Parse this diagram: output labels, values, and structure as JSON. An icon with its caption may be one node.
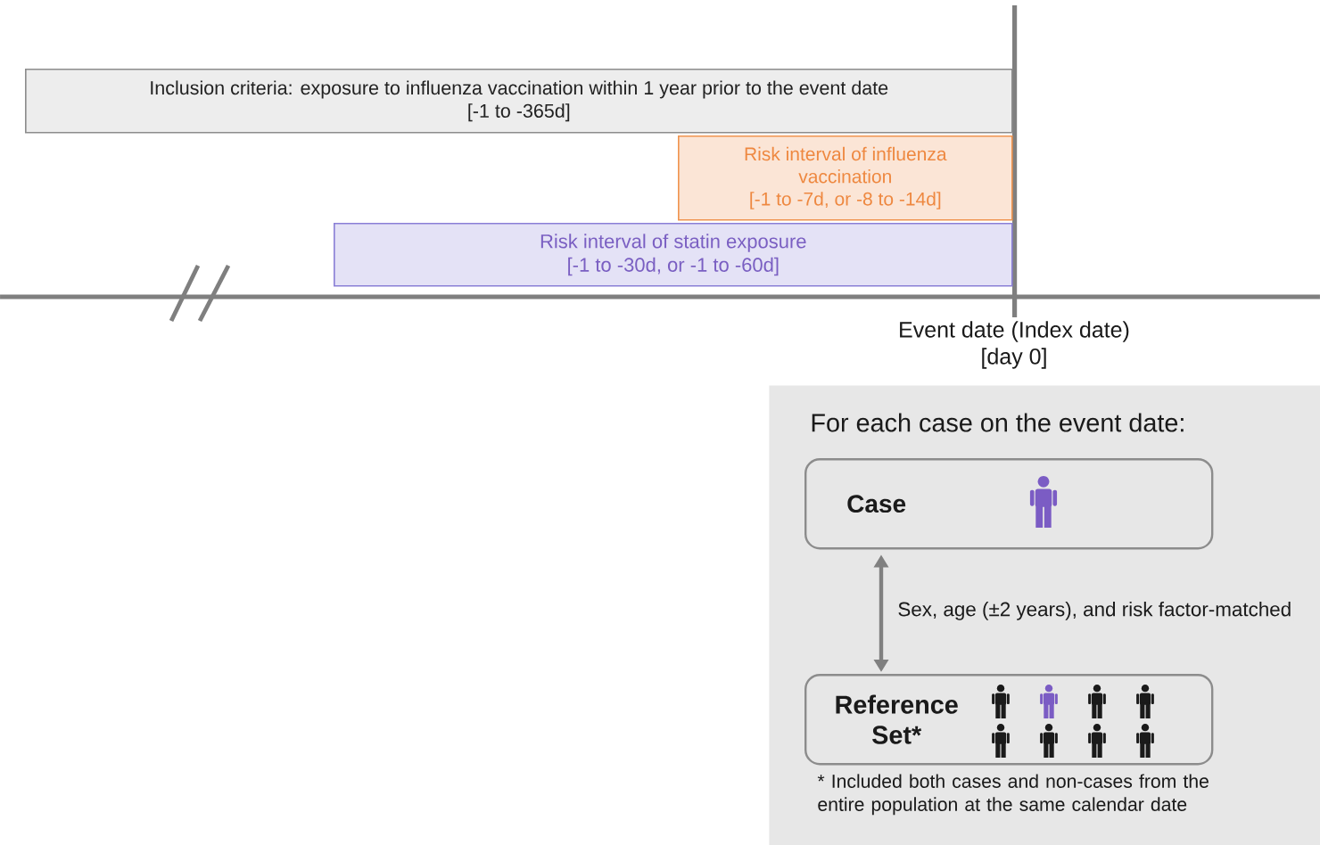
{
  "diagram": {
    "nodes": [
      {
        "text": [
          "Inclusion criteria: exposure to influenza vaccination within 1 year prior to the event date",
          "[-1 to -365d]"
        ]
      },
      {
        "text": [
          "Risk interval of influenza vaccination",
          "[-1 to -7d, or -8 to -14d]"
        ]
      },
      {
        "text": [
          "Risk interval of statin exposure",
          "[-1 to -30d, or -1 to -60d]"
        ]
      },
      {
        "text": [
          "For each case on the event date:"
        ]
      },
      {
        "text": [
          "Case"
        ],
        "in": 3
      },
      {
        "text": [
          "Reference Set*"
        ],
        "in": 3,
        "beside": [
          "* Included both cases and non-cases from the entire population at the same calendar date"
        ]
      }
    ],
    "edges": [
      {
        "from": 4,
        "to": 5,
        "arrow": "both",
        "label": "Sex, age (±2 years), and risk factor-matched"
      }
    ],
    "labels": [
      "Event date (Index date)",
      "[day 0]"
    ]
  }
}
